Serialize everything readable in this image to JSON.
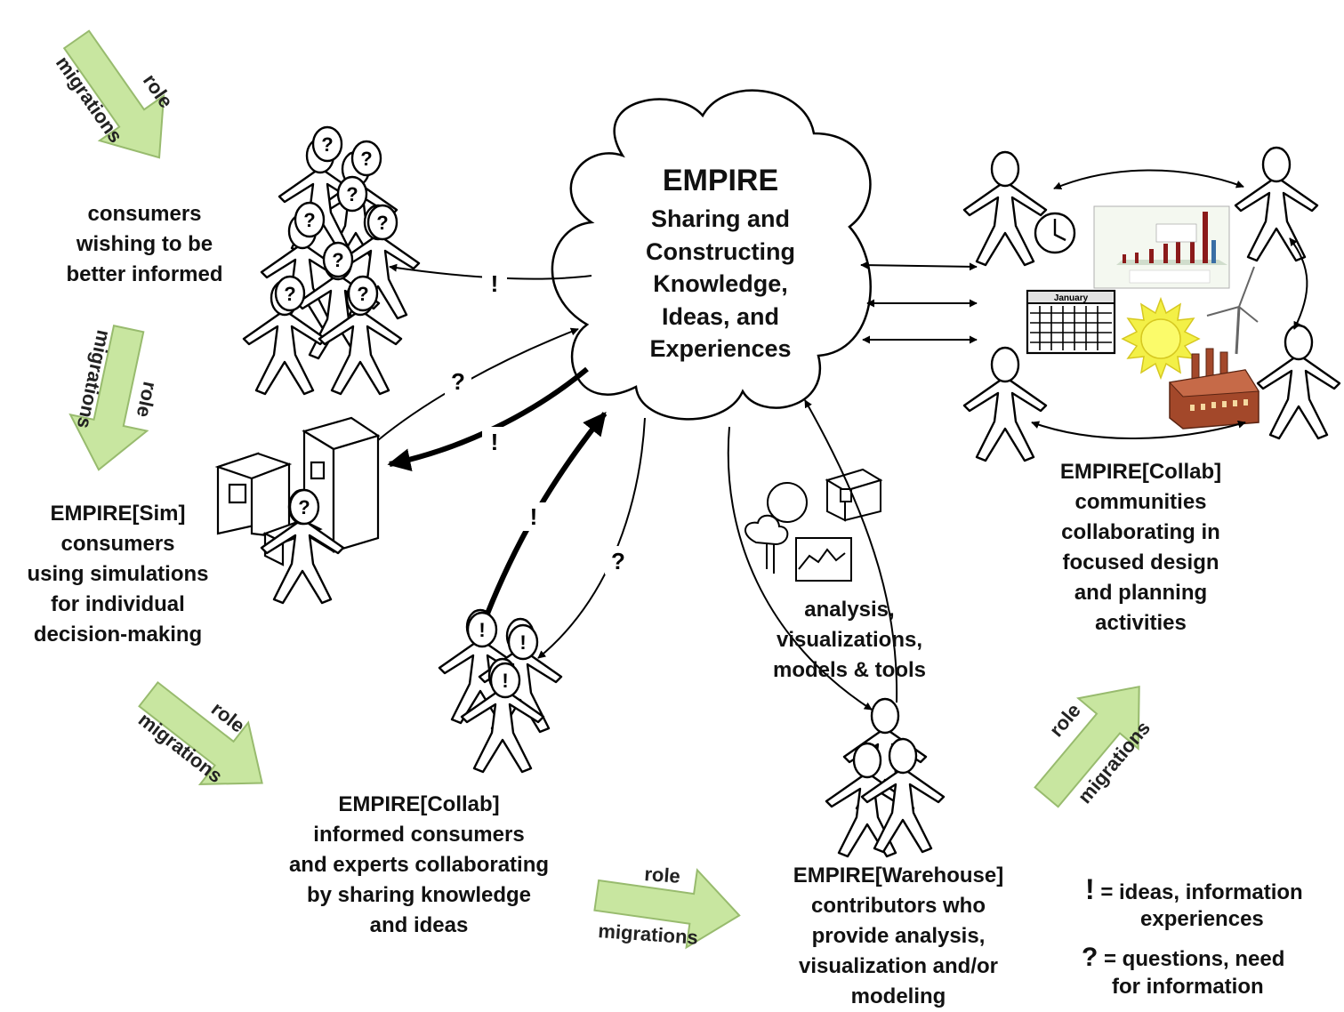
{
  "cloud": {
    "title": "EMPIRE",
    "lines": [
      "Sharing and",
      "Constructing",
      "Knowledge,",
      "Ideas, and",
      "Experiences"
    ]
  },
  "groups": {
    "consumers": [
      "consumers",
      "wishing to be",
      "better informed"
    ],
    "sim": [
      "EMPIRE[Sim]",
      "consumers",
      "using simulations",
      "for individual",
      "decision-making"
    ],
    "collab_informed": [
      "EMPIRE[Collab]",
      "informed consumers",
      "and experts collaborating",
      "by sharing knowledge",
      "and ideas"
    ],
    "warehouse": [
      "EMPIRE[Warehouse]",
      "contributors who",
      "provide analysis,",
      "visualization and/or",
      "modeling"
    ],
    "analysis": [
      "analysis,",
      "visualizations,",
      "models & tools"
    ],
    "collab_communities": [
      "EMPIRE[Collab]",
      "communities",
      "collaborating in",
      "focused design",
      "and planning",
      "activities"
    ]
  },
  "role_arrow": {
    "top": "role",
    "bottom": "migrations"
  },
  "arrow_marks": {
    "idea": "!",
    "question": "?"
  },
  "calendar_month": "January",
  "legend": {
    "idea_symbol": "!",
    "idea_text": [
      "= ideas, information",
      "experiences"
    ],
    "question_symbol": "?",
    "question_text": [
      "= questions, need",
      "for information"
    ]
  },
  "colors": {
    "role_arrow_fill": "#c8e6a0",
    "role_arrow_stroke": "#98bb6e",
    "sun": "#f3f047",
    "factory": "#a3482a"
  }
}
